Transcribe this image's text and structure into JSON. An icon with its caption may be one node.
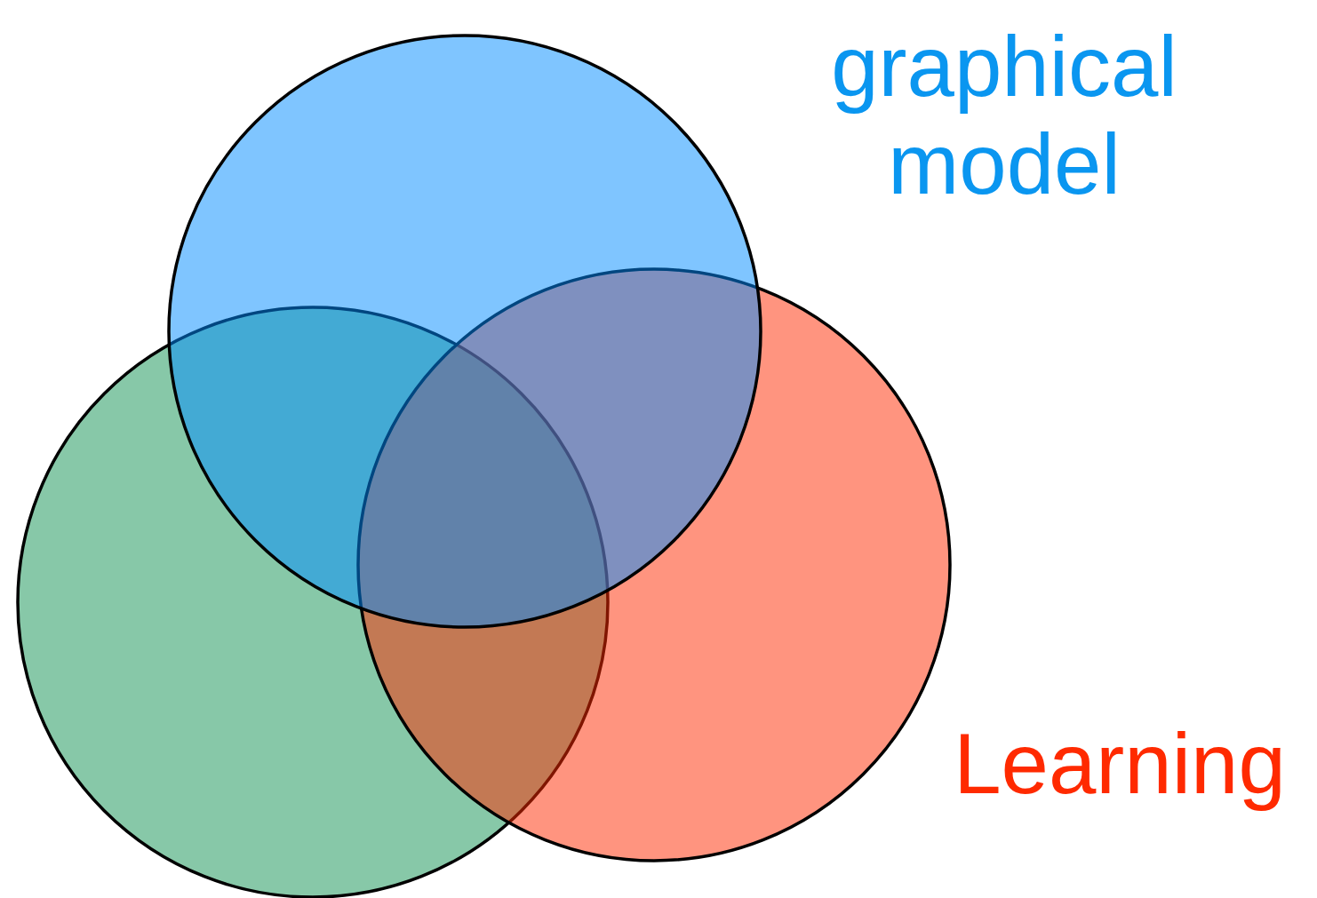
{
  "diagram": {
    "nodes": [
      {
        "text": [
          "graphical model"
        ]
      },
      {
        "text": [],
        "shape": "circle"
      },
      {
        "text": [
          "Learning"
        ]
      }
    ]
  }
}
